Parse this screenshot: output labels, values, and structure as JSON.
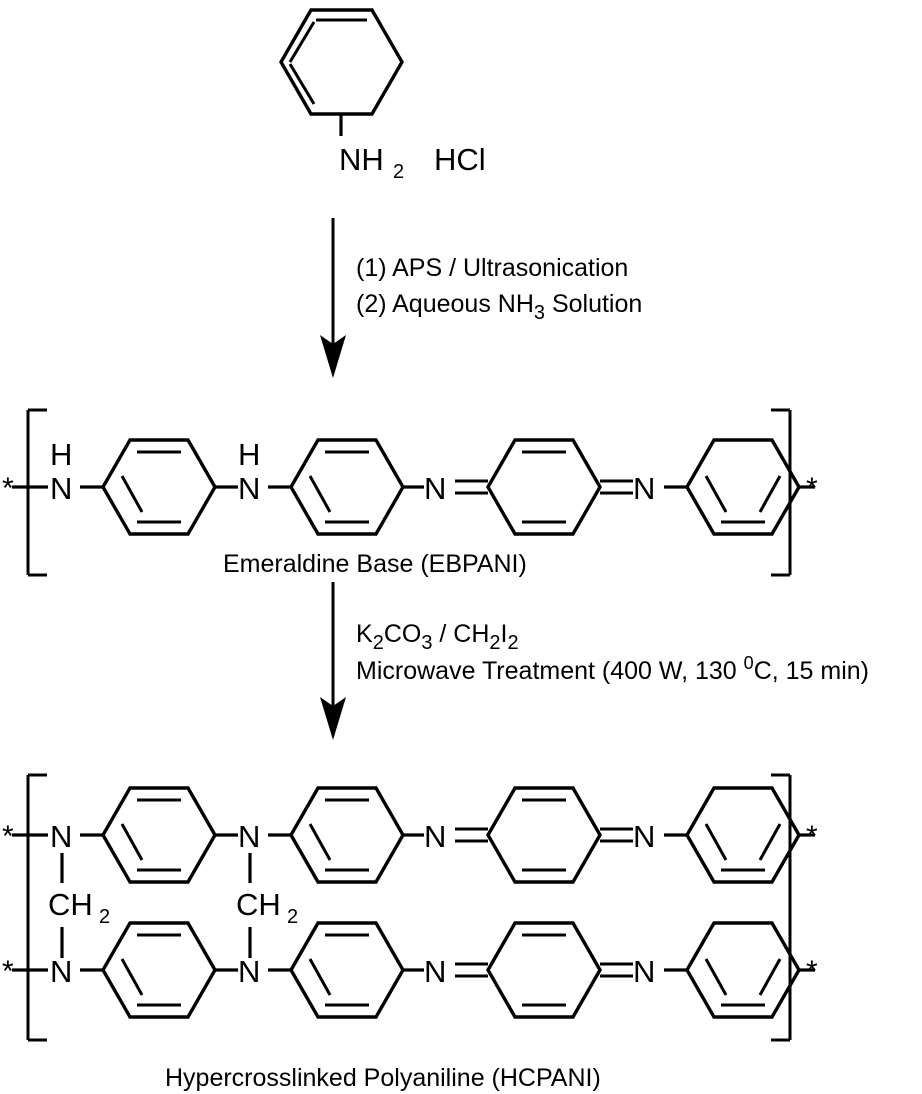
{
  "document": {
    "title": "Synthesis scheme of hypercrosslinked polyaniline",
    "type": "chemical-reaction-scheme"
  },
  "reactant": {
    "name": "Aniline hydrochloride",
    "amine_label": "NH",
    "amine_subscript": "2",
    "salt_label": "HCl",
    "ring_type": "benzenoid"
  },
  "step1": {
    "line1": "(1) APS / Ultrasonication",
    "line2_pre": "(2) Aqueous NH",
    "line2_sub": "3",
    "line2_post": " Solution",
    "arrow": "down-arrow"
  },
  "product1": {
    "caption": "Emeraldine Base (EBPANI)",
    "terminal_left": "*",
    "terminal_right": "*",
    "atoms": {
      "nh_left_h": "H",
      "nh_left_n": "N",
      "nh_mid_h": "H",
      "nh_mid_n": "N",
      "imine_left": "N",
      "imine_right": "N"
    },
    "ring_sequence": [
      "benzenoid",
      "benzenoid",
      "quinoid",
      "benzenoid"
    ]
  },
  "step2": {
    "line1_pre": "K",
    "line1_sub1": "2",
    "line1_mid": "CO",
    "line1_sub2": "3",
    "line1_sep": " / CH",
    "line1_sub3": "2",
    "line1_end": "I",
    "line1_sub4": "2",
    "line2_pre": "Microwave Treatment (400 W, 130 ",
    "line2_sup": "0",
    "line2_post": "C, 15 min)",
    "arrow": "down-arrow"
  },
  "product2": {
    "caption": "Hypercrosslinked Polyaniline (HCPANI)",
    "terminal_top_left": "*",
    "terminal_top_right": "*",
    "terminal_bottom_left": "*",
    "terminal_bottom_right": "*",
    "bridge_label": "CH",
    "bridge_subscript": "2",
    "atoms": {
      "n1": "N",
      "n2": "N",
      "n3": "N",
      "n4": "N"
    },
    "ring_sequence": [
      "benzenoid",
      "benzenoid",
      "quinoid",
      "benzenoid"
    ],
    "chains": 2,
    "crosslinks": 2
  },
  "colors": {
    "ink": "#000000",
    "background": "#ffffff"
  }
}
